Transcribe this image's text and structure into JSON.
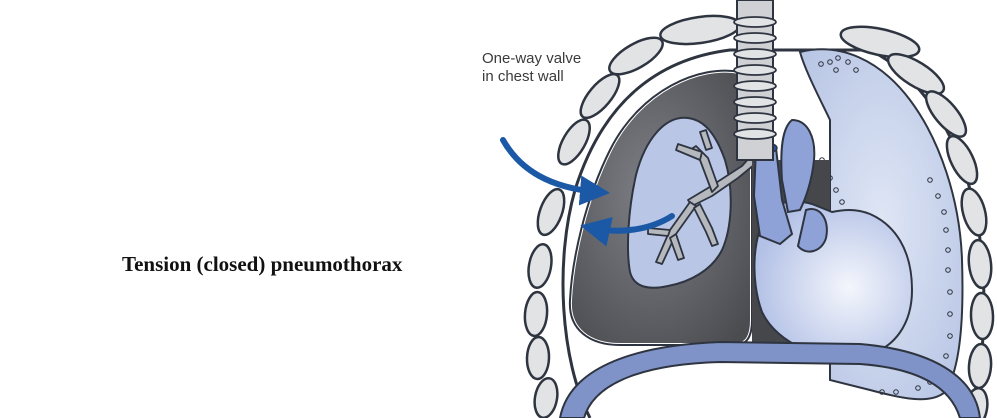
{
  "title": "Tension (closed) pneumothorax",
  "annotation": {
    "line1": "One-way valve",
    "line2": "in chest wall"
  },
  "colors": {
    "collapsed_space": "#5d5f63",
    "lung_fill": "#b9c6e6",
    "lung_stroke": "#2e3440",
    "bronchi": "#b5b8bd",
    "arrow": "#1b58a6",
    "rib": "#e1e3e5",
    "heart": "#c7d2ee",
    "diaphragm": "#7f93c8"
  },
  "icons": {
    "arrow_in": "curved-arrow-inward-icon",
    "arrow_out": "curved-arrow-outward-icon"
  }
}
